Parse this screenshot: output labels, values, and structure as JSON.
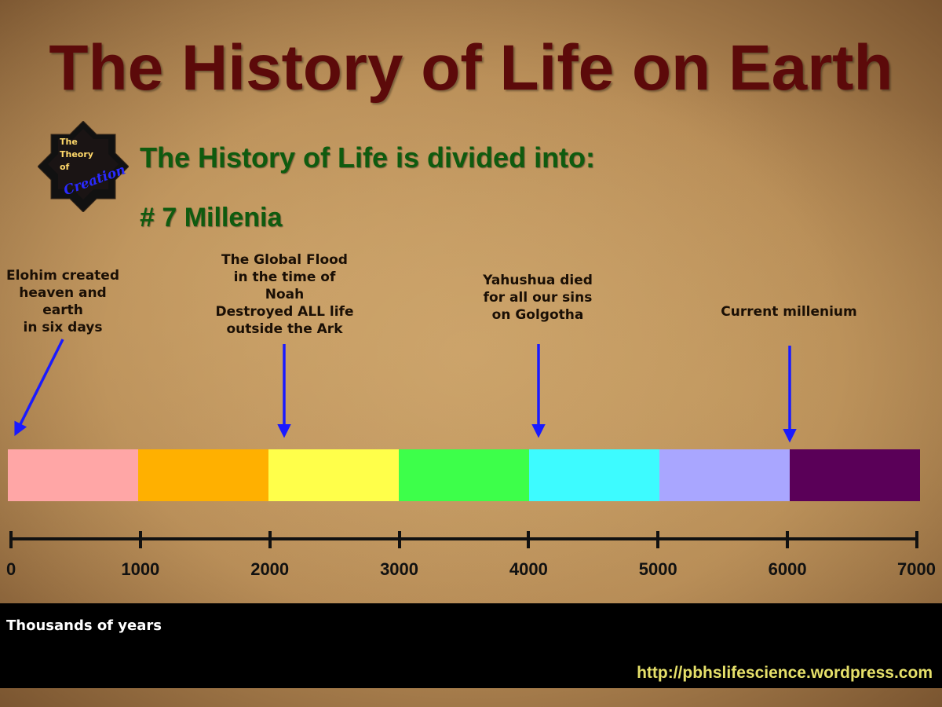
{
  "title": "The History of Life on Earth",
  "logo": {
    "line1": "The",
    "line2": "Theory",
    "line3": "of",
    "line4": "Creation"
  },
  "subtitle": "The History of Life is divided into:",
  "millenia_label": "# 7 Millenia",
  "annotations": {
    "creation": {
      "l1": "Elohim created",
      "l2": "heaven and earth",
      "l3": "in six days",
      "year": 0
    },
    "flood": {
      "l1": "The Global Flood",
      "l2": "in the time of Noah",
      "l3": "Destroyed ALL life",
      "l4": "outside the Ark",
      "year": 2100
    },
    "yahushua": {
      "l1": "Yahushua died",
      "l2": "for all our sins",
      "l3": "on Golgotha",
      "year": 4030
    },
    "current": {
      "l1": "Current millenium",
      "year": 6000
    }
  },
  "segments": [
    {
      "start": 0,
      "end": 1000,
      "color": "#ffa6a6"
    },
    {
      "start": 1000,
      "end": 2000,
      "color": "#ffb000"
    },
    {
      "start": 2000,
      "end": 3000,
      "color": "#ffff4a"
    },
    {
      "start": 3000,
      "end": 4000,
      "color": "#3dff4a"
    },
    {
      "start": 4000,
      "end": 5000,
      "color": "#3dfbff"
    },
    {
      "start": 5000,
      "end": 6000,
      "color": "#a9a6ff"
    },
    {
      "start": 6000,
      "end": 7000,
      "color": "#5a0058"
    }
  ],
  "axis": {
    "ticks": [
      "0",
      "1000",
      "2000",
      "3000",
      "4000",
      "5000",
      "6000",
      "7000"
    ],
    "min": 0,
    "max": 7000
  },
  "footer": {
    "left": "Thousands of years",
    "url": "http://pbhslifescience.wordpress.com"
  },
  "colors": {
    "title": "#5c0a0a",
    "subtitle": "#0f5b0f",
    "arrow": "#1a1aff"
  }
}
